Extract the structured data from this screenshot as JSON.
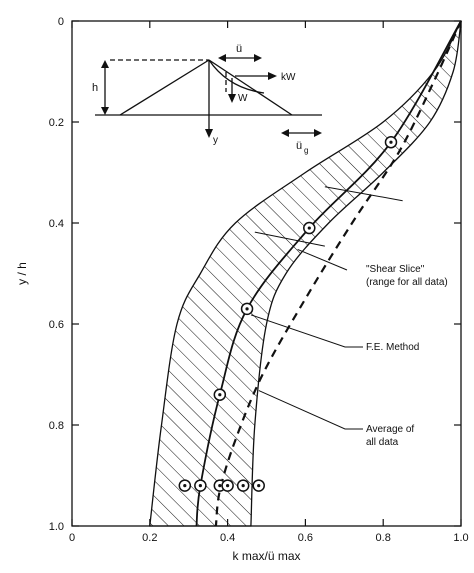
{
  "chart_data": {
    "type": "line",
    "xlabel": "k max/ü max",
    "ylabel": "y / h",
    "xlim": [
      0,
      1.0
    ],
    "ylim": [
      0,
      1.0
    ],
    "y_inverted": true,
    "grid": false,
    "x_ticks": [
      "0",
      "0.2",
      "0.4",
      "0.6",
      "0.8",
      "1.0"
    ],
    "y_ticks": [
      "0",
      "0.2",
      "0.4",
      "0.6",
      "0.8",
      "1.0"
    ],
    "series": [
      {
        "name": "F.E. Method",
        "style": "solid-with-circles",
        "x": [
          1.0,
          0.82,
          0.61,
          0.45,
          0.38,
          0.33,
          0.32
        ],
        "y": [
          0.0,
          0.24,
          0.41,
          0.57,
          0.74,
          0.92,
          1.0
        ]
      },
      {
        "name": "Average of all data",
        "style": "dashed",
        "x": [
          1.0,
          0.93,
          0.84,
          0.72,
          0.6,
          0.49,
          0.42,
          0.38,
          0.37
        ],
        "y": [
          0.0,
          0.12,
          0.26,
          0.4,
          0.55,
          0.7,
          0.83,
          0.93,
          1.0
        ]
      }
    ],
    "band": {
      "name": "\"Shear Slice\" (range for all data)",
      "left_x": [
        1.0,
        0.93,
        0.8,
        0.6,
        0.42,
        0.33,
        0.27,
        0.23,
        0.2
      ],
      "left_y": [
        0.0,
        0.1,
        0.2,
        0.3,
        0.4,
        0.5,
        0.6,
        0.8,
        1.0
      ],
      "right_x": [
        1.0,
        0.98,
        0.92,
        0.8,
        0.66,
        0.55,
        0.5,
        0.47,
        0.46
      ],
      "right_y": [
        0.0,
        0.1,
        0.2,
        0.3,
        0.4,
        0.5,
        0.6,
        0.8,
        1.0
      ]
    },
    "markers": [
      {
        "x": 0.82,
        "y": 0.24
      },
      {
        "x": 0.61,
        "y": 0.41
      },
      {
        "x": 0.45,
        "y": 0.57
      },
      {
        "x": 0.38,
        "y": 0.74
      },
      {
        "x": 0.29,
        "y": 0.92
      },
      {
        "x": 0.33,
        "y": 0.92
      },
      {
        "x": 0.38,
        "y": 0.92
      },
      {
        "x": 0.4,
        "y": 0.92
      },
      {
        "x": 0.44,
        "y": 0.92
      },
      {
        "x": 0.48,
        "y": 0.92
      }
    ],
    "annotations": [
      {
        "text_lines": [
          "\"Shear Slice\"",
          "(range for all data)"
        ],
        "at": {
          "x": 0.58,
          "y": 0.48
        }
      },
      {
        "text_lines": [
          "F.E. Method"
        ],
        "at": {
          "x": 0.45,
          "y": 0.57
        }
      },
      {
        "text_lines": [
          "Average of",
          "all data"
        ],
        "at": {
          "x": 0.47,
          "y": 0.72
        }
      }
    ],
    "inset_labels": {
      "height": "h",
      "accel": "ü",
      "force": "kW",
      "weight": "W",
      "axis": "y",
      "ground_accel": "ü",
      "ground_sub": "g"
    }
  }
}
